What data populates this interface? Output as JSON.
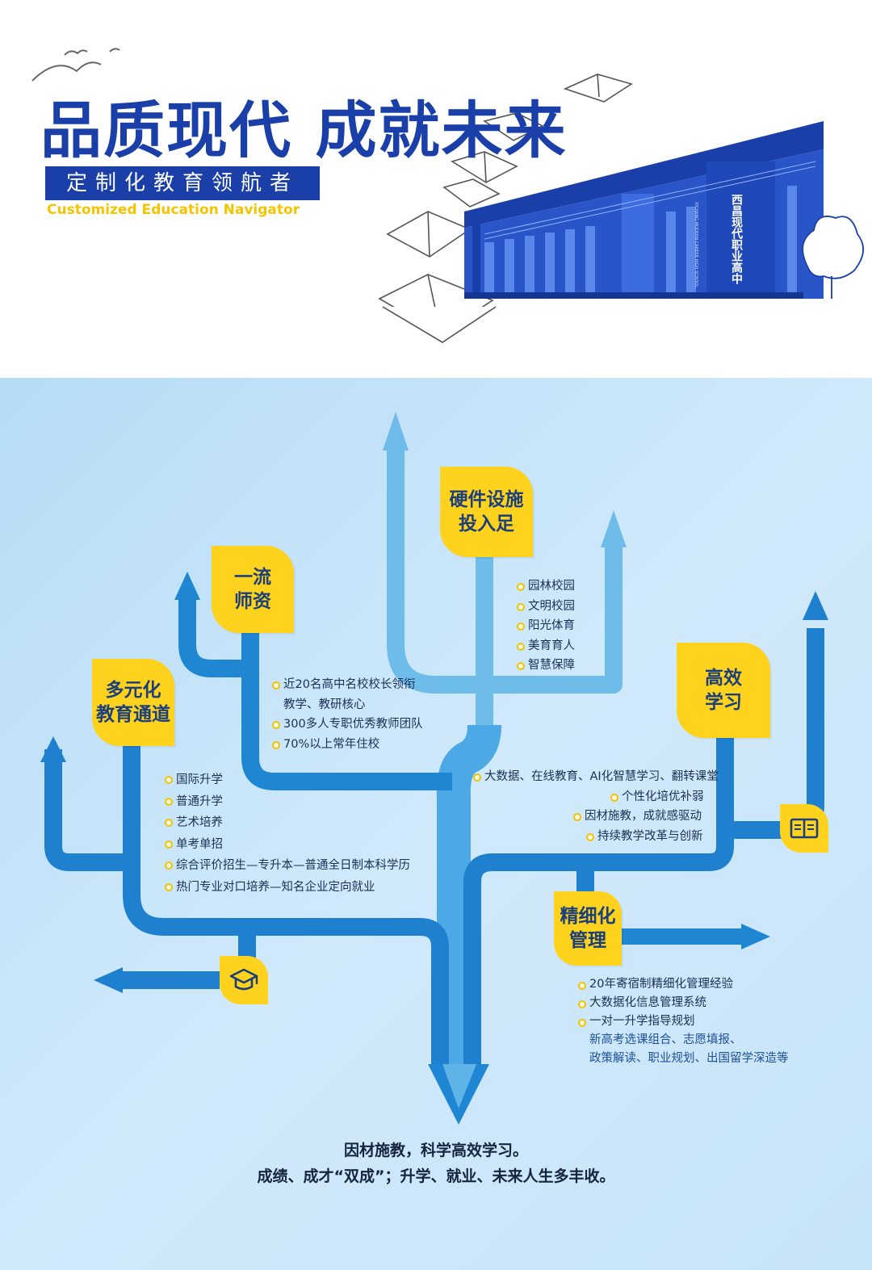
{
  "header": {
    "title": "品质现代 成就未来",
    "subtitle": "定制化教育领航者",
    "subtitle_en": "Customized Education Navigator",
    "building_sign": "西昌现代职业高中",
    "building_sign_en": "XICHANG MODERN CAREER HIGH SCHOOL"
  },
  "branches": {
    "hardware": {
      "title": "硬件设施投入足",
      "title_lines": [
        "硬件设施",
        "投入足"
      ],
      "items": [
        "园林校园",
        "文明校园",
        "阳光体育",
        "美育育人",
        "智慧保障"
      ]
    },
    "teachers": {
      "title": "一流师资",
      "title_lines": [
        "一流",
        "师资"
      ],
      "items": [
        "近20名高中名校校长领衔",
        "教学、教研核心",
        "300多人专职优秀教师团队",
        "70%以上常年住校"
      ]
    },
    "diverse": {
      "title": "多元化教育通道",
      "title_lines": [
        "多元化",
        "教育通道"
      ],
      "items": [
        "国际升学",
        "普通升学",
        "艺术培养",
        "单考单招",
        "综合评价招生—专升本—普通全日制本科学历",
        "热门专业对口培养—知名企业定向就业"
      ]
    },
    "efficient": {
      "title": "高效学习",
      "title_lines": [
        "高效",
        "学习"
      ],
      "items": [
        "大数据、在线教育、AI化智慧学习、翻转课堂",
        "个性化培优补弱",
        "因材施教，成就感驱动",
        "持续教学改革与创新"
      ]
    },
    "management": {
      "title": "精细化管理",
      "title_lines": [
        "精细化",
        "管理"
      ],
      "items": [
        "20年寄宿制精细化管理经验",
        "大数据化信息管理系统",
        "一对一升学指导规划"
      ],
      "detail_lines": [
        "新高考选课组合、志愿填报、",
        "政策解读、职业规划、出国留学深造等"
      ]
    }
  },
  "icons": {
    "graduation": "graduation-cap-icon",
    "book": "open-book-icon"
  },
  "footer": {
    "line1": "因材施教，科学高效学习。",
    "line2": "成绩、成才“双成”；升学、就业、未来人生多丰收。"
  },
  "colors": {
    "brand_blue": "#1a3fa8",
    "accent_yellow": "#ffd21e",
    "trunk_light": "#5fb3e6",
    "trunk_dark": "#1b82d0"
  }
}
